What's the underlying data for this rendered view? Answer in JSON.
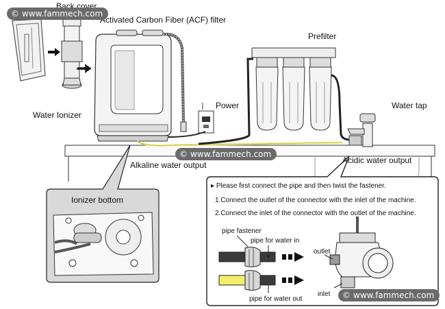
{
  "watermark": {
    "text": "www.fammech.com",
    "symbol": "©"
  },
  "labels": {
    "back_cover": "Back cover",
    "acf_filter": "Activated Carbon Fiber (ACF) filter",
    "prefilter": "Prefilter",
    "power": "Power",
    "water_tap": "Water tap",
    "water_ionizer": "Water Ionizer",
    "alkaline_output": "Alkaline water output",
    "acidic_output": "Acidic water output",
    "ionizer_bottom": "Ionizer bottom"
  },
  "instructions": {
    "bullet": "▸",
    "line1": "Please first connect the pipe and then twist the fastener.",
    "line2": "1.Connect the outlet of the connector with the inlet of the machine.",
    "line3": "2.Connect the inlet of the connector with the outlet of the machine."
  },
  "connector": {
    "pipe_fastener": "pipe fastener",
    "pipe_in": "pipe for water in",
    "pipe_out": "pipe for water out",
    "outlet": "outlet",
    "inlet": "inlet"
  },
  "colors": {
    "watermark_bg": "#6a6a6a",
    "pipe_yellow": "#f2ee6a",
    "pipe_dark": "#3a3a3a"
  }
}
